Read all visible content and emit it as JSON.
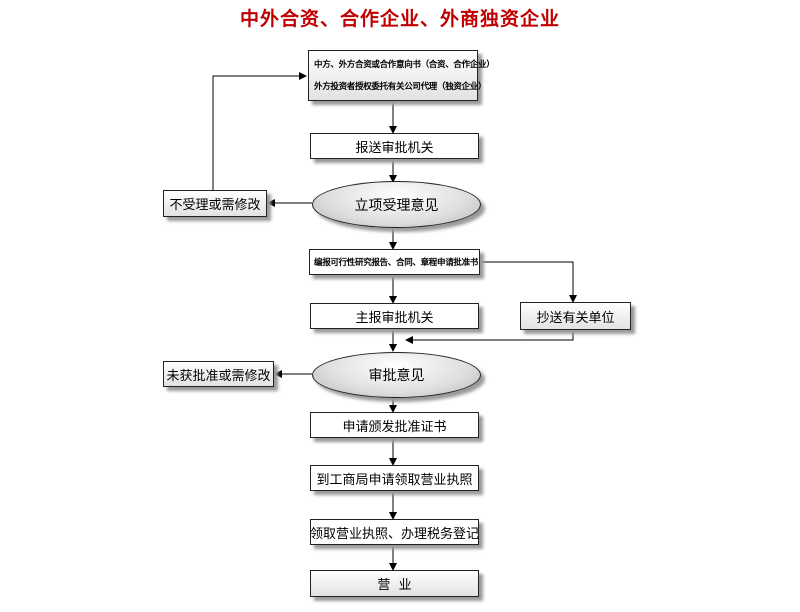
{
  "title": "中外合资、合作企业、外商独资企业",
  "nodes": {
    "intent_line1": "中方、外方合资或合作意向书（合资、合作企业）",
    "intent_line2": "外方投资者授权委托有关公司代理（独资企业）",
    "submit_approval": "报送审批机关",
    "project_acceptance": "立项受理意见",
    "reject_or_modify": "不受理或需修改",
    "prepare_reports": "编报可行性研究报告、合同、章程申请批准书",
    "cc_departments": "抄送有关单位",
    "main_submit": "主报审批机关",
    "approval_opinion": "审批意见",
    "not_approved": "未获批准或需修改",
    "apply_certificate": "申请颁发批准证书",
    "apply_license": "到工商局申请领取营业执照",
    "get_license": "领取营业执照、办理税务登记",
    "operate": "营  业"
  }
}
